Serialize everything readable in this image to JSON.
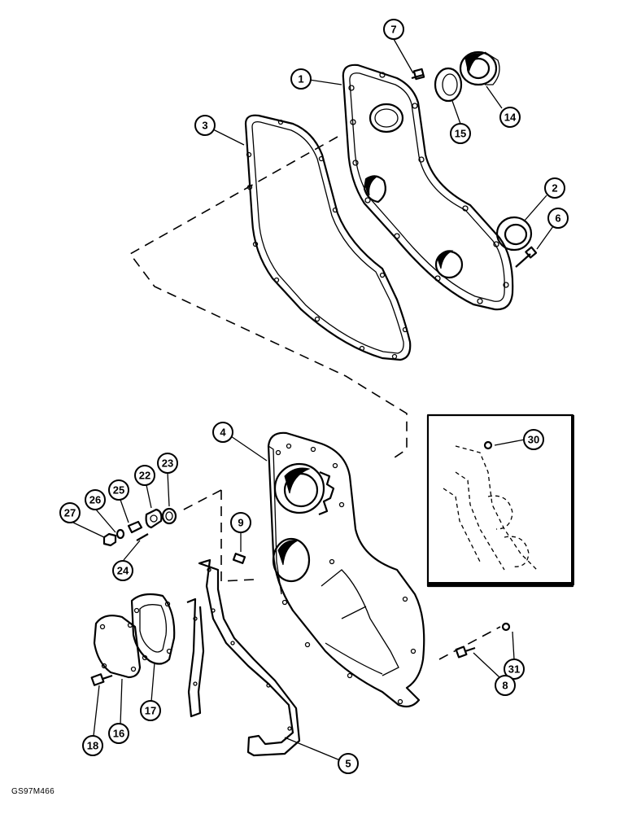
{
  "drawing_code": "GS97M466",
  "callouts": {
    "c1": "1",
    "c2": "2",
    "c3": "3",
    "c4": "4",
    "c5": "5",
    "c6": "6",
    "c7": "7",
    "c8": "8",
    "c9": "9",
    "c14": "14",
    "c15": "15",
    "c16": "16",
    "c17": "17",
    "c18": "18",
    "c22": "22",
    "c23": "23",
    "c24": "24",
    "c25": "25",
    "c26": "26",
    "c27": "27",
    "c30": "30",
    "c31": "31"
  }
}
